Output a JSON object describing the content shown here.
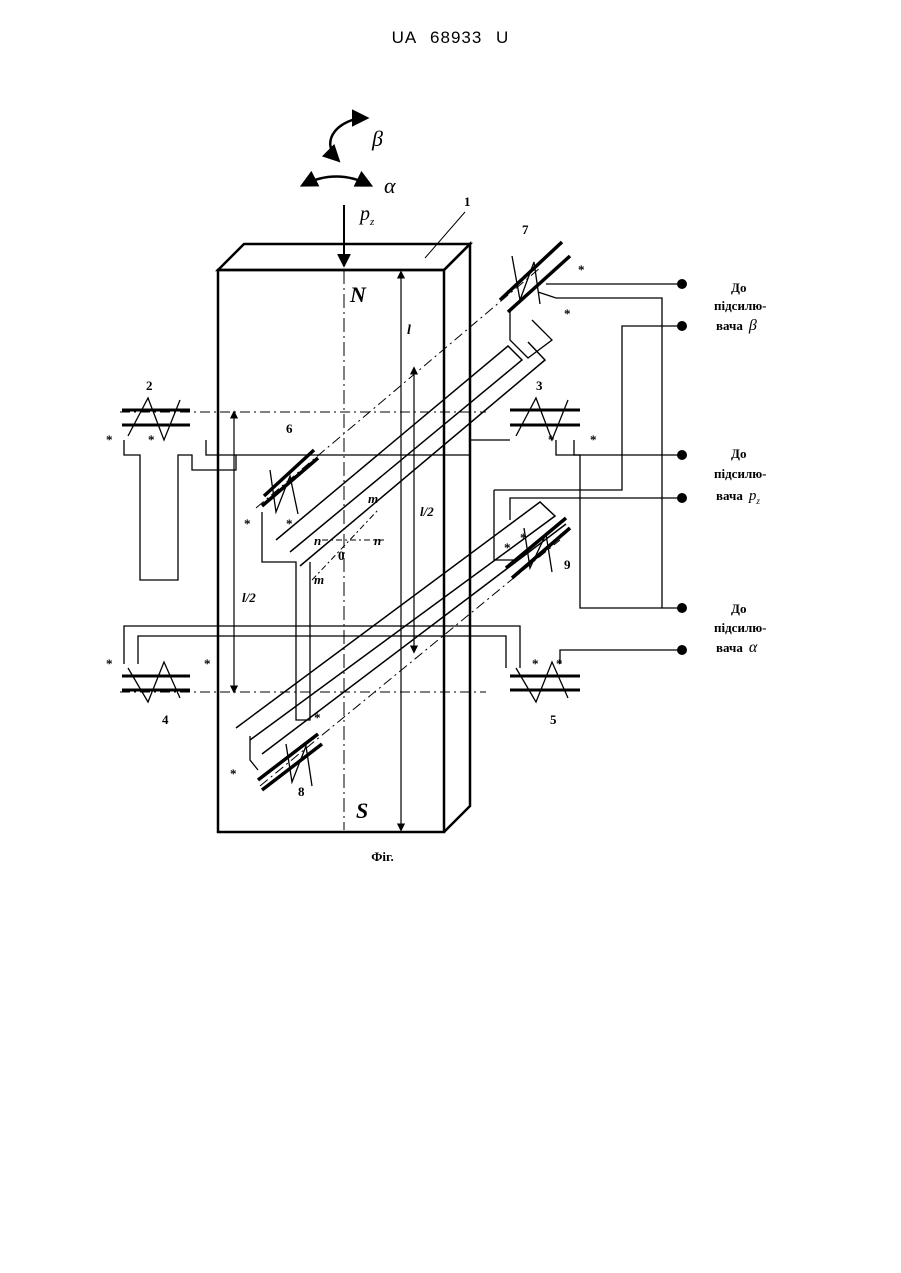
{
  "header": {
    "publication": "UA  68933  U"
  },
  "figure": {
    "caption": "Фіг.",
    "rotation_labels": {
      "beta": "β",
      "alpha": "α",
      "force": "p",
      "force_sub": "z"
    },
    "poles": {
      "north": "N",
      "south": "S"
    },
    "dimensions": {
      "length": "l",
      "half_right": "l/2",
      "half_left": "l/2"
    },
    "axes": {
      "m_top": "m",
      "m_bottom": "m",
      "n_left": "n",
      "n_right": "n",
      "origin": "0"
    },
    "part_numbers": [
      "1",
      "2",
      "3",
      "4",
      "5",
      "6",
      "7",
      "8",
      "9"
    ],
    "star": "*",
    "outputs": [
      {
        "line1": "До",
        "line2": "підсилю-",
        "line3": "вача",
        "symbol": "β",
        "sub": ""
      },
      {
        "line1": "До",
        "line2": "підсилю-",
        "line3": "вача",
        "symbol": "p",
        "sub": "z"
      },
      {
        "line1": "До",
        "line2": "підсилю-",
        "line3": "вача",
        "symbol": "α",
        "sub": ""
      }
    ]
  }
}
